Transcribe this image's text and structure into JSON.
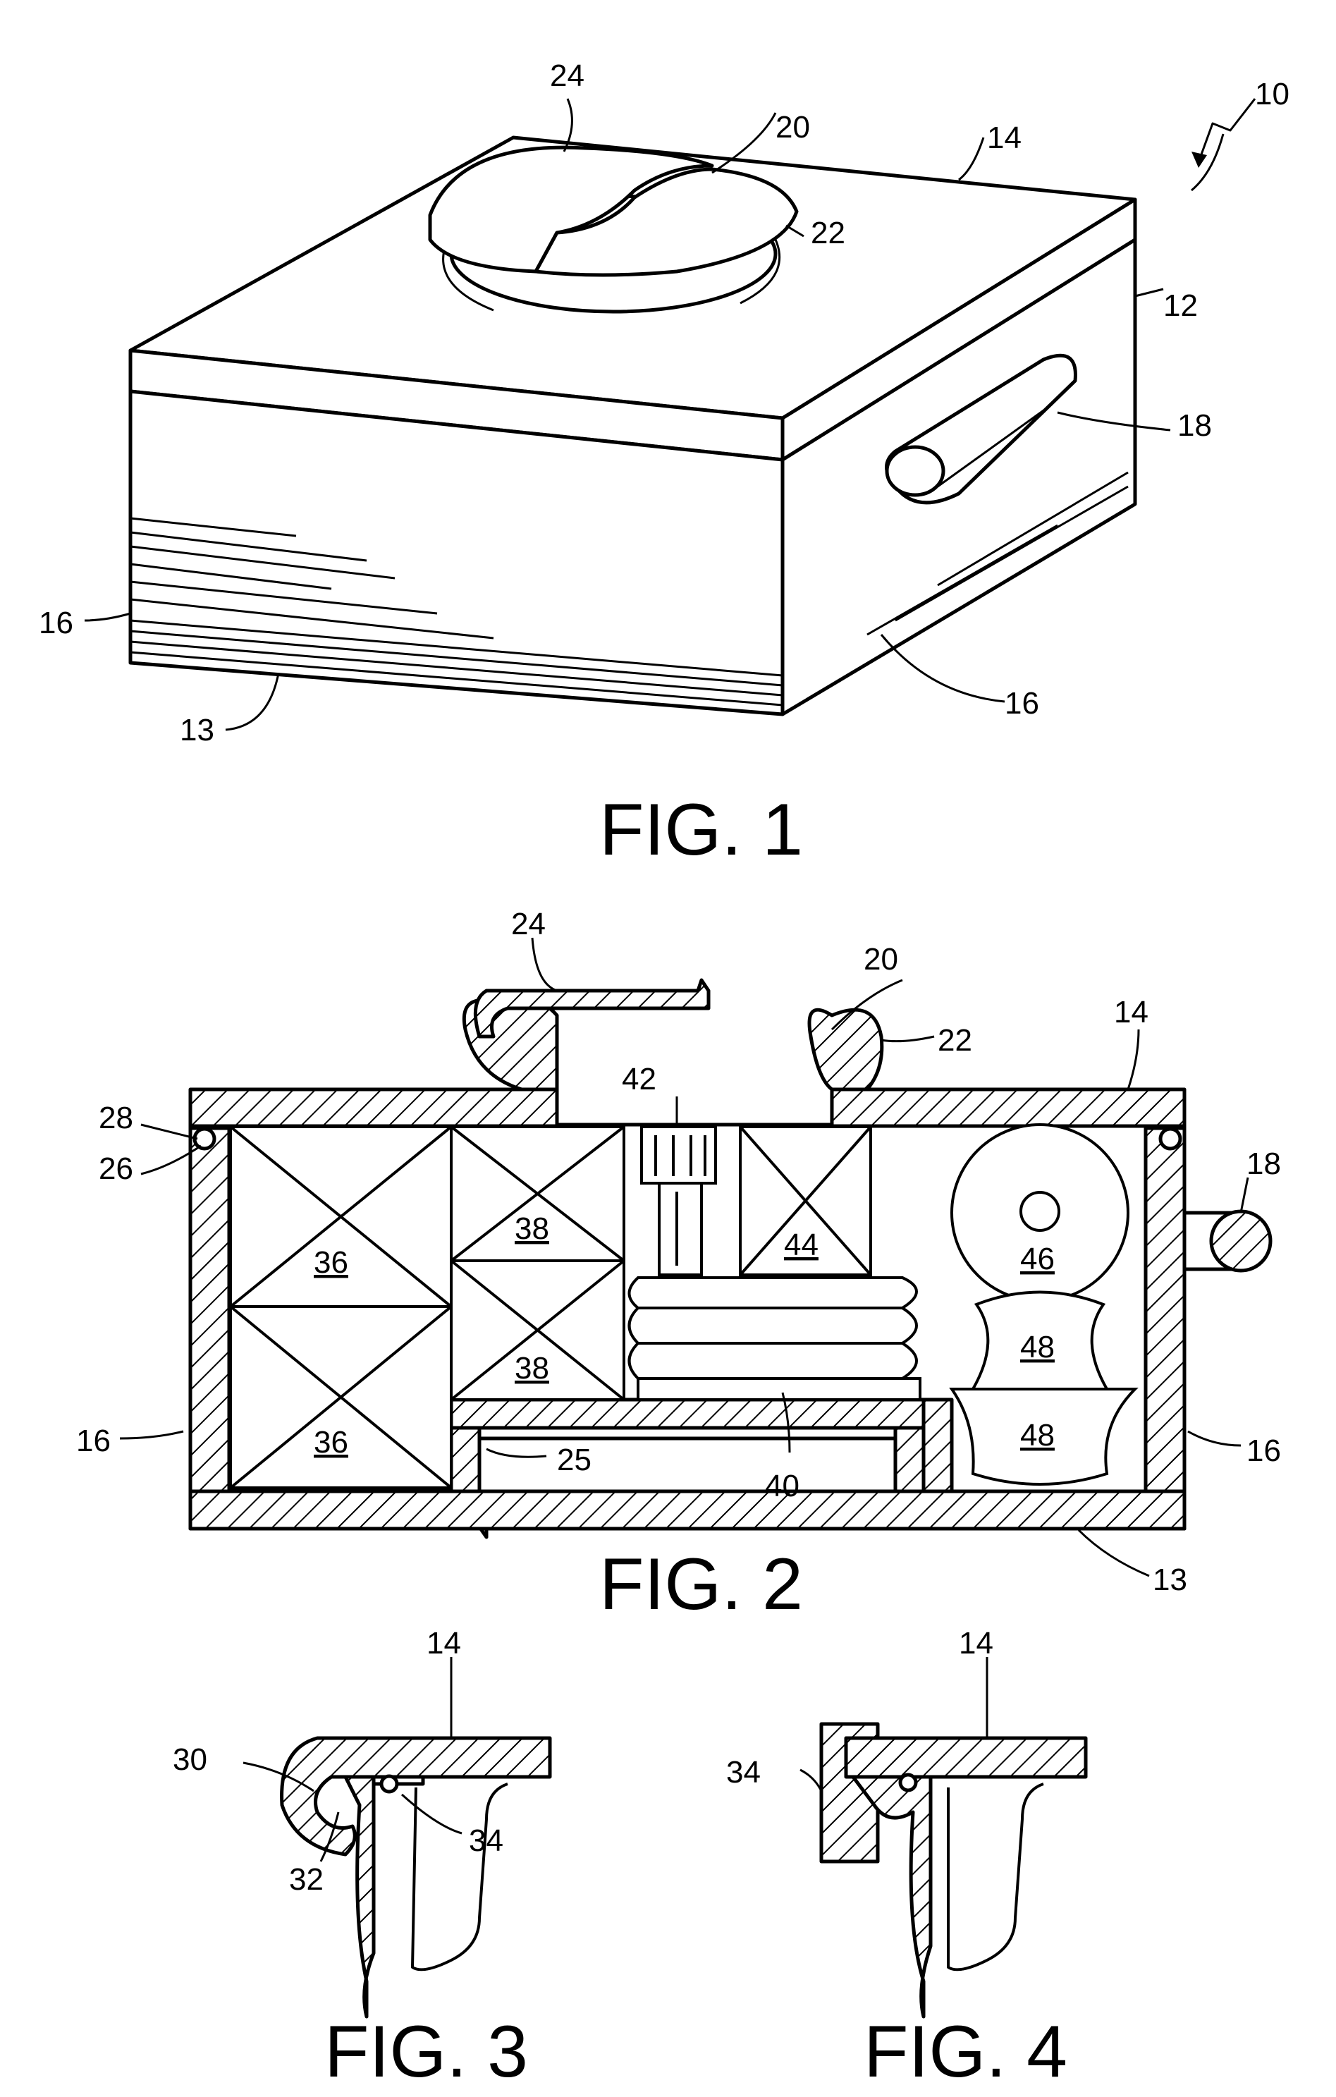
{
  "sheet": {
    "figures": [
      {
        "caption": "FIG. 1",
        "labels": {
          "assembly": "10",
          "housing": "12",
          "bottom": "13",
          "lid": "14",
          "side_left": "16",
          "side_right": "16",
          "handle": "18",
          "opening": "20",
          "rim": "22",
          "cover": "24"
        }
      },
      {
        "caption": "FIG. 2",
        "labels": {
          "cover": "24",
          "opening": "20",
          "rim": "22",
          "lid": "14",
          "seal_groove": "28",
          "seal": "26",
          "handle": "18",
          "side_left": "16",
          "side_right": "16",
          "bottom": "13",
          "recess": "25",
          "mattress": "40",
          "pump": "42",
          "box_36_top": "36",
          "box_36_bottom": "36",
          "box_38_top": "38",
          "box_38_bottom": "38",
          "box_44": "44",
          "roll_46": "46",
          "bag_48_top": "48",
          "bag_48_bottom": "48"
        }
      },
      {
        "caption": "FIG. 3",
        "labels": {
          "lid": "14",
          "lip": "30",
          "edge": "32",
          "gasket": "34"
        }
      },
      {
        "caption": "FIG. 4",
        "labels": {
          "lid": "14",
          "gasket": "34"
        }
      }
    ]
  }
}
